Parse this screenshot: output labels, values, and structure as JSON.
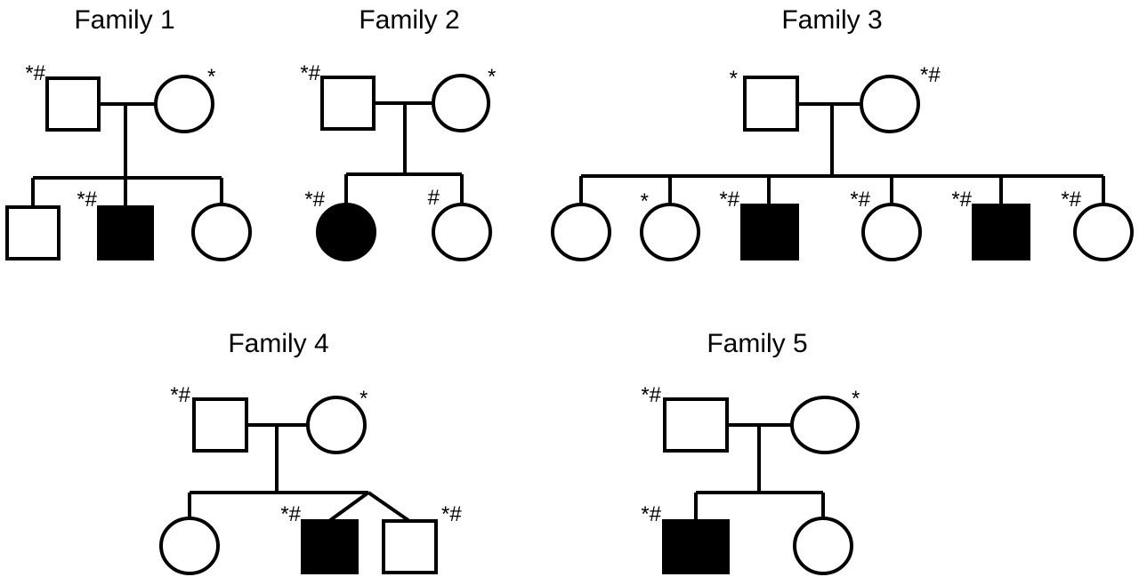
{
  "colors": {
    "line": "#000000",
    "affected": "#000000",
    "unaffected": "#ffffff"
  },
  "families": [
    {
      "id": "f1",
      "title": "Family 1",
      "parents": [
        {
          "sex": "male",
          "affected": false,
          "mark": "*#"
        },
        {
          "sex": "female",
          "affected": false,
          "mark": "*"
        }
      ],
      "children": [
        {
          "sex": "male",
          "affected": false,
          "mark": ""
        },
        {
          "sex": "male",
          "affected": true,
          "mark": "*#"
        },
        {
          "sex": "female",
          "affected": false,
          "mark": ""
        }
      ]
    },
    {
      "id": "f2",
      "title": "Family 2",
      "parents": [
        {
          "sex": "male",
          "affected": false,
          "mark": "*#"
        },
        {
          "sex": "female",
          "affected": false,
          "mark": "*"
        }
      ],
      "children": [
        {
          "sex": "female",
          "affected": true,
          "mark": "*#"
        },
        {
          "sex": "female",
          "affected": false,
          "mark": "#"
        }
      ]
    },
    {
      "id": "f3",
      "title": "Family 3",
      "parents": [
        {
          "sex": "male",
          "affected": false,
          "mark": "*"
        },
        {
          "sex": "female",
          "affected": false,
          "mark": "*#"
        }
      ],
      "children": [
        {
          "sex": "female",
          "affected": false,
          "mark": ""
        },
        {
          "sex": "female",
          "affected": false,
          "mark": "*"
        },
        {
          "sex": "male",
          "affected": true,
          "mark": "*#"
        },
        {
          "sex": "female",
          "affected": false,
          "mark": "*#"
        },
        {
          "sex": "male",
          "affected": true,
          "mark": "*#"
        },
        {
          "sex": "female",
          "affected": false,
          "mark": "*#"
        }
      ]
    },
    {
      "id": "f4",
      "title": "Family 4",
      "parents": [
        {
          "sex": "male",
          "affected": false,
          "mark": "*#"
        },
        {
          "sex": "female",
          "affected": false,
          "mark": "*"
        }
      ],
      "children": [
        {
          "sex": "female",
          "affected": false,
          "mark": ""
        },
        {
          "sex": "male",
          "affected": true,
          "mark": "*#",
          "twin_group": 1
        },
        {
          "sex": "male",
          "affected": false,
          "mark": "*#",
          "twin_group": 1
        }
      ]
    },
    {
      "id": "f5",
      "title": "Family 5",
      "parents": [
        {
          "sex": "male",
          "affected": false,
          "mark": "*#"
        },
        {
          "sex": "female",
          "affected": false,
          "mark": "*"
        }
      ],
      "children": [
        {
          "sex": "male",
          "affected": true,
          "mark": "*#"
        },
        {
          "sex": "female",
          "affected": false,
          "mark": ""
        }
      ]
    }
  ]
}
